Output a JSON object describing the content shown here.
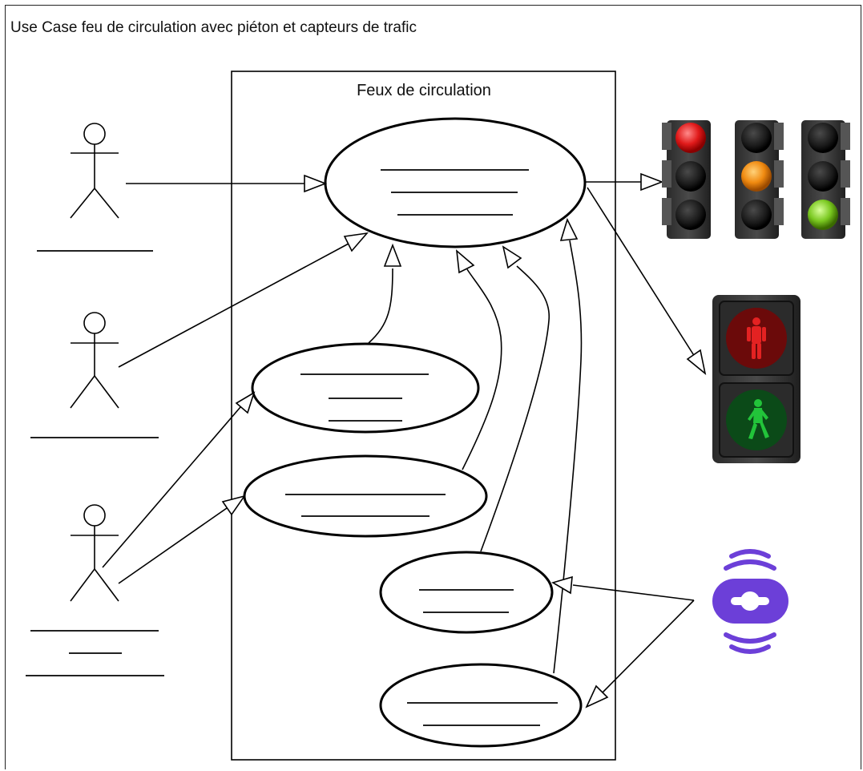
{
  "diagram": {
    "title": "Use Case feu de circulation avec piéton et capteurs de trafic",
    "system_boundary": {
      "title": "Feux de circulation"
    },
    "actors": [
      {
        "id": "actor-1",
        "label": ""
      },
      {
        "id": "actor-2",
        "label": ""
      },
      {
        "id": "actor-3",
        "label": ""
      }
    ],
    "use_cases": [
      {
        "id": "uc-main",
        "label": ""
      },
      {
        "id": "uc-2",
        "label": ""
      },
      {
        "id": "uc-3",
        "label": ""
      },
      {
        "id": "uc-4",
        "label": ""
      },
      {
        "id": "uc-5",
        "label": ""
      }
    ],
    "images": [
      {
        "id": "car-traffic-lights",
        "icon": "traffic-light-icon",
        "states": [
          "red",
          "orange",
          "green"
        ]
      },
      {
        "id": "pedestrian-light",
        "icon": "pedestrian-signal-icon",
        "states": [
          "red",
          "green"
        ]
      },
      {
        "id": "sensor",
        "icon": "traffic-sensor-icon"
      }
    ],
    "colors": {
      "red_light": "#e02020",
      "orange_light": "#f08a10",
      "green_light": "#7ac820",
      "ped_red": "#e32222",
      "ped_green": "#22c43a",
      "sensor": "#6c3fd8"
    }
  }
}
